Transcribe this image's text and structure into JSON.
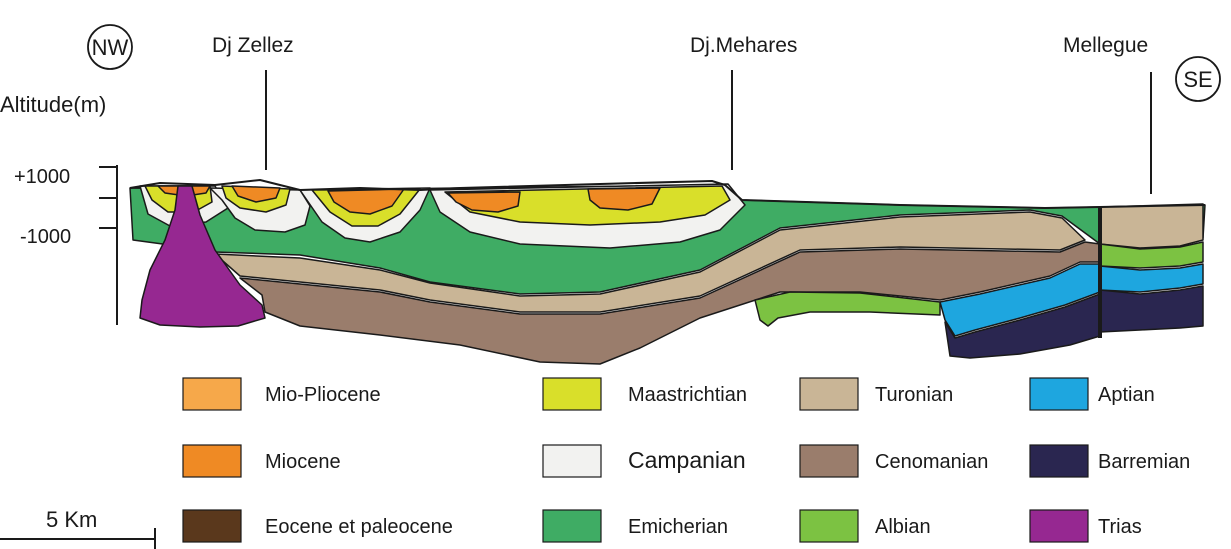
{
  "orientation": {
    "left": "NW",
    "right": "SE"
  },
  "places": {
    "p1": "Dj Zellez",
    "p2": "Dj.Mehares",
    "p3": "Mellegue"
  },
  "axis": {
    "title": "Altitude(m)",
    "tick_top": "+1000",
    "tick_bottom": "-1000"
  },
  "scale_bar": {
    "label": "5 Km"
  },
  "colors": {
    "mio_pliocene": "#f6a84a",
    "miocene": "#ef8a24",
    "eocene_paleocene": "#5a381c",
    "maastrichtian": "#d9df2a",
    "campanian": "#f2f2f0",
    "emicherian": "#3fac64",
    "turonian": "#c9b596",
    "cenomanian": "#9a7d6c",
    "albian": "#7cc242",
    "aptian": "#1ea6df",
    "barremian": "#2a2650",
    "trias": "#962891"
  },
  "legend": [
    {
      "label": "Mio-Pliocene",
      "color": "#f6a84a"
    },
    {
      "label": "Miocene",
      "color": "#ef8a24"
    },
    {
      "label": "Eocene et paleocene",
      "color": "#5a381c"
    },
    {
      "label": "Maastrichtian",
      "color": "#d9df2a"
    },
    {
      "label": "Campanian",
      "color": "#f2f2f0"
    },
    {
      "label": "Emicherian",
      "color": "#3fac64"
    },
    {
      "label": "Turonian",
      "color": "#c9b596"
    },
    {
      "label": "Cenomanian",
      "color": "#9a7d6c"
    },
    {
      "label": "Albian",
      "color": "#7cc242"
    },
    {
      "label": "Aptian",
      "color": "#1ea6df"
    },
    {
      "label": "Barremian",
      "color": "#2a2650"
    },
    {
      "label": "Trias",
      "color": "#962891"
    }
  ]
}
